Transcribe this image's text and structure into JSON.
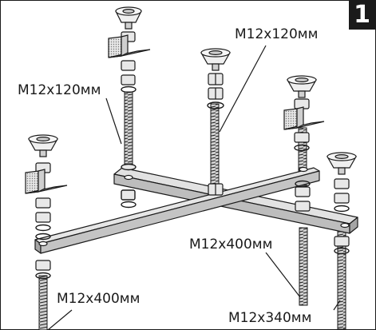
{
  "step_number": "1",
  "callouts": {
    "rod_left_upper": "M12x120мм",
    "rod_center": "M12x120мм",
    "rod_center_lower": "M12x400мм",
    "rod_left_lower": "M12x400мм",
    "rod_right_lower": "M12x340мм"
  },
  "colors": {
    "ink": "#1a1a1a",
    "metal": "#d6d6d6",
    "metal_dark": "#9a9a9a",
    "washer": "#bdbdbd",
    "background": "#ffffff"
  },
  "icons": [
    "bolt-icon",
    "nut-icon",
    "washer-icon",
    "bracket-icon",
    "threaded-rod-icon",
    "cross-base-icon"
  ]
}
